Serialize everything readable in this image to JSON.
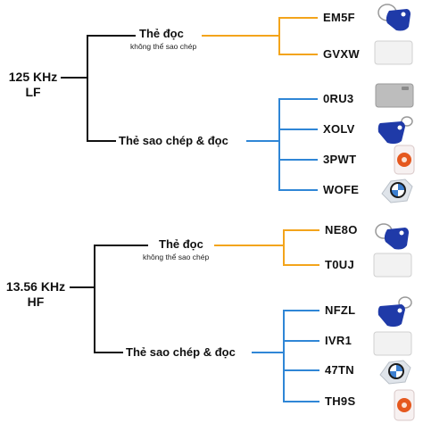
{
  "colors": {
    "black": "#111111",
    "orange": "#f3a41b",
    "blue": "#2f86d6"
  },
  "lf": {
    "freq": "125 KHz",
    "band": "LF",
    "read_only": {
      "title": "Thẻ đọc",
      "subtitle": "không thể sao chép",
      "items": [
        "EM5F",
        "GVXW"
      ]
    },
    "copyable": {
      "title": "Thẻ sao chép & đọc",
      "items": [
        "0RU3",
        "XOLV",
        "3PWT",
        "WOFE"
      ]
    }
  },
  "hf": {
    "freq": "13.56 KHz",
    "band": "HF",
    "read_only": {
      "title": "Thẻ đọc",
      "subtitle": "không thể sao chép",
      "items": [
        "NE8O",
        "T0UJ"
      ]
    },
    "copyable": {
      "title": "Thẻ sao chép & đọc",
      "items": [
        "NFZL",
        "IVR1",
        "47TN",
        "TH9S"
      ]
    }
  },
  "icons": {
    "lf": [
      "blue-keyfob-icon",
      "white-card-icon",
      "grey-card-icon",
      "blue-keyfob-icon",
      "sticker-tag-icon",
      "bmw-key-icon"
    ],
    "hf": [
      "blue-keyfob-icon",
      "white-card-icon",
      "blue-keyfob-icon",
      "white-card-icon",
      "bmw-key-icon",
      "sticker-tag-icon"
    ]
  }
}
